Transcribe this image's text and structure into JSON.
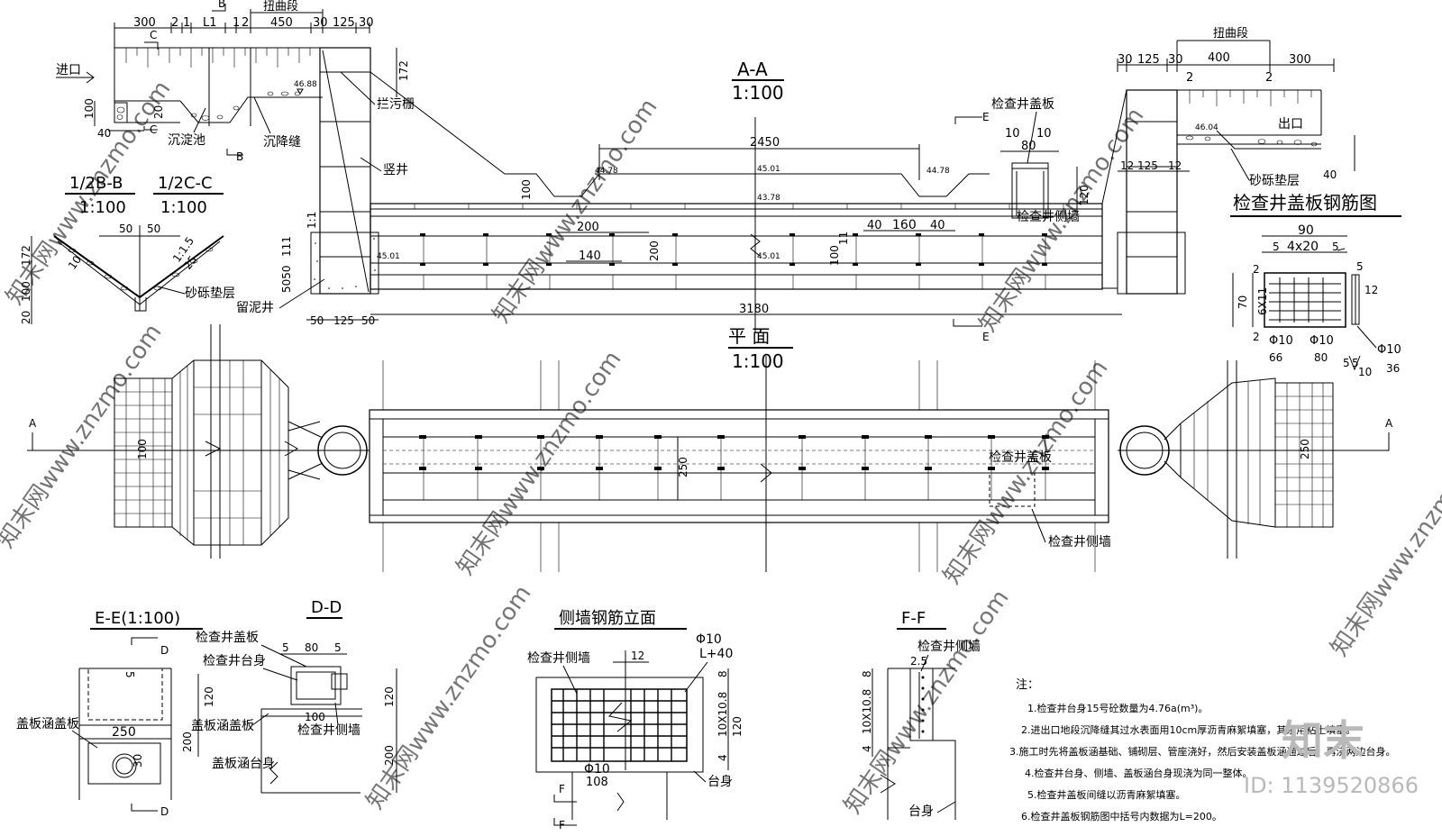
{
  "sections": {
    "aa_title": "A-A",
    "aa_scale": "1:100",
    "plan_title": "平    面",
    "plan_scale": "1:100",
    "bb_title": "1/2B-B",
    "bb_scale": "1:100",
    "cc_title": "1/2C-C",
    "cc_scale": "1:100",
    "ee_title": "E-E(1:100)",
    "dd_title": "D-D",
    "ff_title": "F-F",
    "sidewall_title": "侧墙钢筋立面",
    "coverrebar_title": "检查井盖板钢筋图"
  },
  "labels": {
    "inlet": "进口",
    "outlet": "出口",
    "twist_left": "扭曲段",
    "twist_right": "扭曲段",
    "sediment_pool": "沉淀池",
    "settle_joint": "沉降缝",
    "trash_rack": "拦污栅",
    "shaft": "竖井",
    "sludge_well": "留泥井",
    "gravel_left": "砂砾垫层",
    "gravel_right": "砂砾垫层",
    "cover_aa": "检查井盖板",
    "sidewall_aa": "检查井侧墙",
    "cover_plan": "检查井盖板",
    "sidewall_plan": "检查井侧墙",
    "ee_cover": "盖板涵盖板",
    "dd_cover_plate": "检查井盖板",
    "dd_platform": "检查井台身",
    "dd_culvert_cover": "盖板涵盖板",
    "dd_sidewall": "检查井侧墙",
    "dd_culvert_body": "盖板涵台身",
    "sw_sidewall": "检查井侧墙",
    "sw_body": "台身",
    "ff_sidewall": "检查井侧墙",
    "ff_body": "台身",
    "section_a_left": "A",
    "section_a_right": "A",
    "mark_b_top": "B",
    "mark_b_bot": "B",
    "mark_c_top": "C",
    "mark_c_bot": "C",
    "mark_e_top": "E",
    "mark_e_bot": "E",
    "mark_d_top": "D",
    "mark_d_bot": "D",
    "mark_f_top": "F",
    "mark_f_bot": "F"
  },
  "dimensions": {
    "d300a": "300",
    "d2a": "2",
    "d1a": "1",
    "dL1": "L1",
    "d1b": "1",
    "d2b": "2",
    "d450": "450",
    "d30a": "30",
    "d125a": "125",
    "d30b": "30",
    "d172a": "172",
    "d100a": "100",
    "d20a": "20",
    "d40a": "40",
    "d100b": "100",
    "d2450": "2450",
    "d200a": "200",
    "d140": "140",
    "d200b": "200",
    "d40b": "40",
    "d160": "160",
    "d40c": "40",
    "d100c": "100",
    "d11": "11",
    "d10a": "10",
    "d80a": "80",
    "d10b": "10",
    "d120a": "120",
    "d5050": "5050",
    "d111": "111",
    "d3180": "3180",
    "d50a": "50",
    "d125b": "125",
    "d50b": "50",
    "d11b": "1:1",
    "d30c": "30",
    "d125c": "125",
    "d30d": "30",
    "d400": "400",
    "d300b": "300",
    "d2c": "2",
    "d2d": "2",
    "d12a": "12",
    "d125d": "125",
    "d12b": "12",
    "d40d": "40",
    "d172b": "172",
    "d100d": "100",
    "d20b": "20",
    "d50c": "50",
    "d50d": "50",
    "d11c": "1:1.5",
    "d10c": "10",
    "d25": "25",
    "d90": "90",
    "d4x20": "4x20",
    "d5a": "5",
    "d5b": "5",
    "d5c": "5",
    "d70": "70",
    "d6x11": "6X11",
    "d2e": "2",
    "d2f": "2",
    "d12c": "12",
    "phi10a": "Φ10",
    "phi10b": "Φ10",
    "phi10c": "Φ10",
    "d66": "66",
    "d80b": "80",
    "d36": "36",
    "d5d": "5",
    "d5e": "5",
    "d10d": "10",
    "d100e": "100",
    "d250a": "250",
    "d250b": "250",
    "d30e": "30",
    "d5f": "5",
    "d5g": "5",
    "d80c": "80",
    "d5h": "5",
    "d120b": "120",
    "d100f": "100",
    "d200c": "200",
    "d120c": "120",
    "d200d": "200",
    "sw_phi10": "Φ10",
    "sw_L40": "L+40",
    "sw_12": "12",
    "sw_8": "8",
    "sw_10x108": "10X10.8",
    "sw_120": "120",
    "sw_4": "4",
    "sw_phi10b": "Φ10",
    "sw_108": "108",
    "ff_25": "2.5",
    "ff_8": "8",
    "ff_10x108": "10X10.8",
    "ff_4": "4"
  },
  "elevations": {
    "e_4488": "46.88",
    "e_4478a": "44.78",
    "e_4501a": "45.01",
    "e_4378": "43.78",
    "e_4478b": "44.78",
    "e_4604": "46.04",
    "e_4501b": "45.01",
    "e_4501c": "45.01"
  },
  "notes": {
    "heading": "注：",
    "n1": "1.检查井台身15号砼数量为4.76a(m³)。",
    "n2": "2.进出口地段沉降缝其过水表面用10cm厚沥青麻絮填塞，其余用粘土填塞。",
    "n3": "3.施工时先将盖板涵基础、铺砌层、管座浇好，然后安装盖板涵通过后，再浇两边台身。",
    "n4": "4.检查井台身、侧墙、盖板涵台身现浇为同一整体。",
    "n5": "5.检查井盖板间缝以沥青麻絮填塞。",
    "n6": "6.检查井盖板钢筋图中括号内数据为L=200。"
  },
  "branding": {
    "logo_text": "知末",
    "id_text": "ID: 1139520866",
    "watermark": "知末网www.znzmo.com"
  },
  "colors": {
    "line": "#000000",
    "background": "#ffffff",
    "watermark": "#c9c9c9",
    "logo": "#b9b9b9"
  }
}
